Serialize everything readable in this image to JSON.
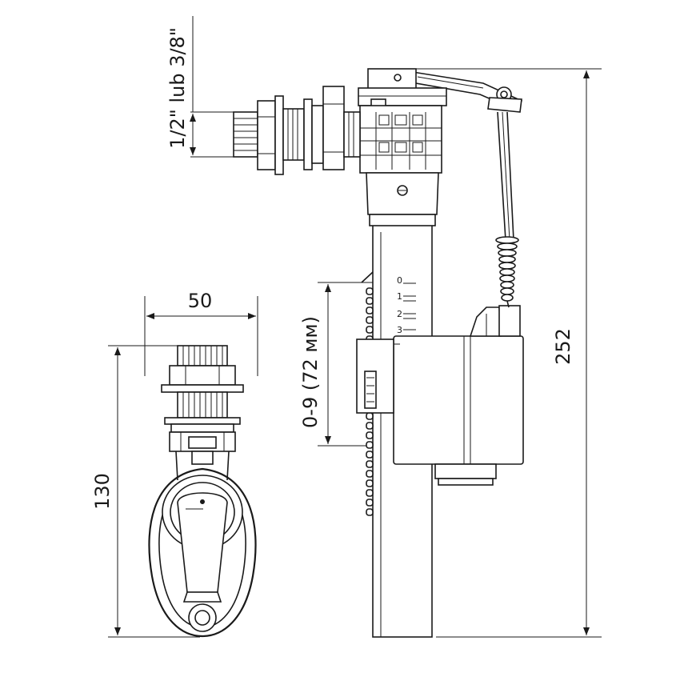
{
  "dimensions": {
    "width_front": "50",
    "height_side": "130",
    "thread_size": "1/2\"  lub  3/8\"",
    "height_total": "252",
    "adjust_range": "0-9 (72 мм)"
  },
  "float_scale": [
    "0",
    "1",
    "2",
    "3"
  ],
  "colors": {
    "line": "#1a1a1a",
    "background": "#ffffff"
  }
}
